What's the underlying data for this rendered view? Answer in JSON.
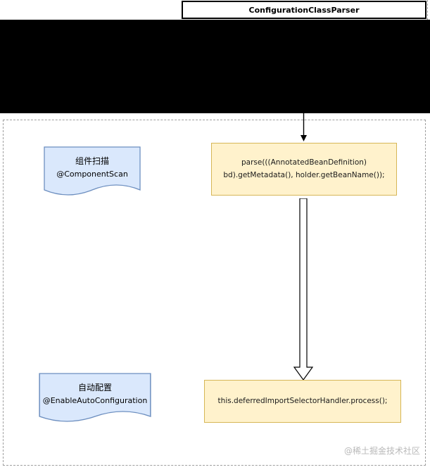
{
  "header": {
    "class_name": "ConfigurationClassParser"
  },
  "flow": {
    "step1": {
      "note_title": "组件扫描",
      "note_subtitle": "@ComponentScan",
      "code": "parse(((AnnotatedBeanDefinition)\nbd).getMetadata(), holder.getBeanName());"
    },
    "step2": {
      "note_title": "自动配置",
      "note_subtitle": "@EnableAutoConfiguration",
      "code": "this.deferredImportSelectorHandler.process();"
    }
  },
  "watermark": "@稀土掘金技术社区",
  "colors": {
    "code_box_fill": "#fff2cc",
    "code_box_border": "#d6b656",
    "note_fill": "#dae8fc",
    "note_border": "#6c8ebf",
    "redacted_region": "#000000",
    "dashed_border": "#9e9e9e",
    "watermark_text": "#b9b9b9"
  }
}
